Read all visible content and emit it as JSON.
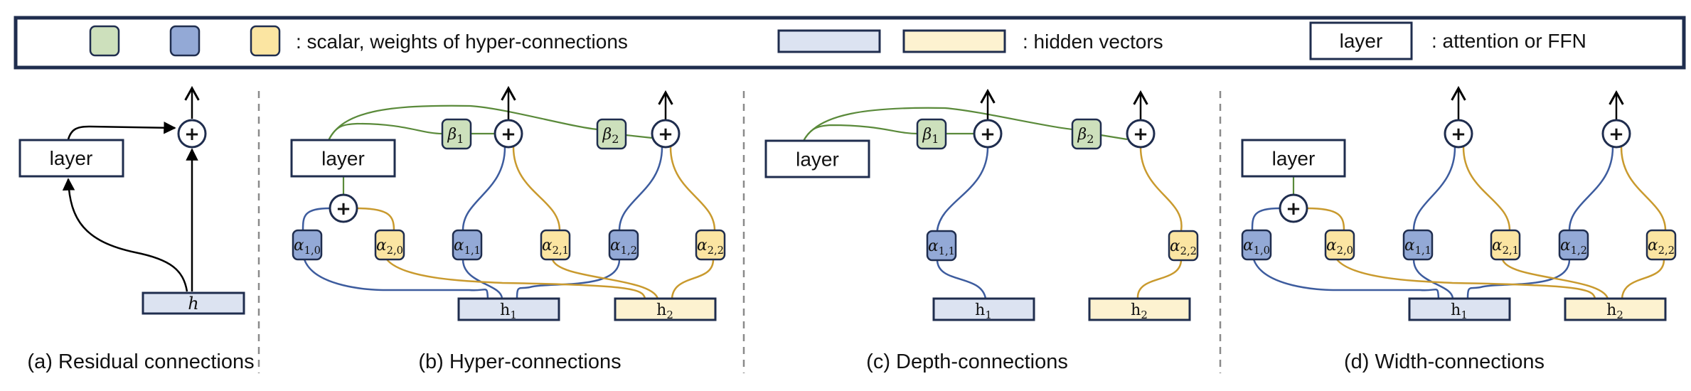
{
  "legend": {
    "scalar_text": ": scalar, weights of hyper-connections",
    "hidden_text": ": hidden vectors",
    "layer_label": "layer",
    "layer_text": ": attention or FFN"
  },
  "colors": {
    "navy": "#1f2d4e",
    "green_fill": "#cde0bc",
    "blue_fill": "#93a9d6",
    "yellow_fill": "#fbe5a2",
    "hidden_blue": "#dce3f1",
    "hidden_yellow": "#fdf2d0",
    "green_line": "#5a8a3a",
    "blue_line": "#3d5c9e",
    "yellow_line": "#c99a2e",
    "dash": "#8a8a8a"
  },
  "panels": {
    "a": {
      "caption": "(a) Residual connections",
      "layer": "layer",
      "h": "h"
    },
    "b": {
      "caption": "(b) Hyper-connections",
      "layer": "layer",
      "beta": [
        "β",
        "β"
      ],
      "beta_sub": [
        "1",
        "2"
      ],
      "alpha": "α",
      "alpha_sub": [
        "1,0",
        "2,0",
        "1,1",
        "2,1",
        "1,2",
        "2,2"
      ],
      "h": [
        "h",
        "h"
      ],
      "h_sub": [
        "1",
        "2"
      ]
    },
    "c": {
      "caption": "(c) Depth-connections",
      "layer": "layer",
      "beta_sub": [
        "1",
        "2"
      ],
      "alpha_sub": [
        "1,1",
        "2,2"
      ],
      "h_sub": [
        "1",
        "2"
      ]
    },
    "d": {
      "caption": "(d) Width-connections",
      "layer": "layer",
      "alpha_sub": [
        "1,0",
        "2,0",
        "1,1",
        "2,1",
        "1,2",
        "2,2"
      ],
      "h_sub": [
        "1",
        "2"
      ]
    }
  },
  "symbols": {
    "plus": "+",
    "alpha": "α",
    "beta": "β",
    "h": "h"
  }
}
